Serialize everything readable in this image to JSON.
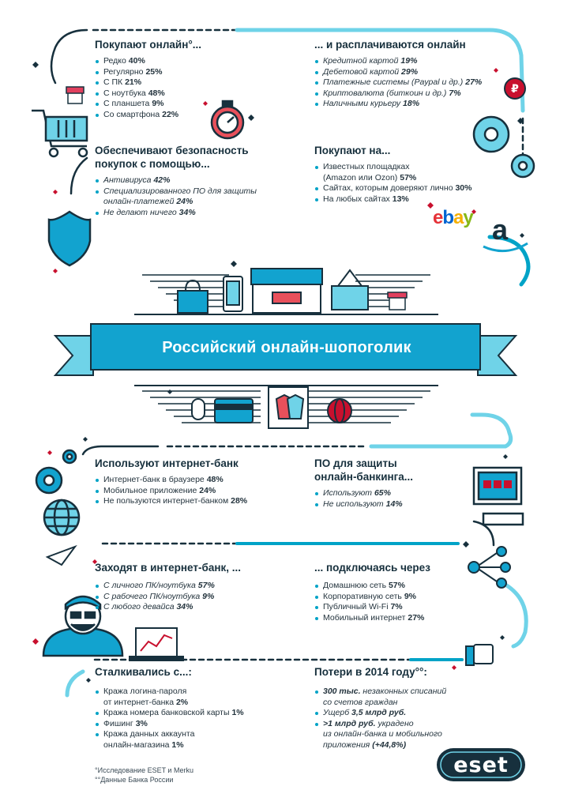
{
  "title": "Российский онлайн-шопоголик",
  "buy_online": {
    "heading": "Покупают онлайн°...",
    "items": [
      {
        "label": "Редко",
        "value": "40%"
      },
      {
        "label": "Регулярно",
        "value": "25%"
      },
      {
        "label": "С ПК",
        "value": "21%"
      },
      {
        "label": "С ноутбука",
        "value": "48%"
      },
      {
        "label": "С планшета",
        "value": "9%"
      },
      {
        "label": "Со смартфона",
        "value": "22%"
      }
    ]
  },
  "pay_online": {
    "heading": "... и расплачиваются онлайн",
    "items": [
      {
        "label": "Кредитной картой",
        "value": "19%"
      },
      {
        "label": "Дебетовой картой",
        "value": "29%"
      },
      {
        "label": "Платежные системы (Paypal и др.)",
        "value": "27%"
      },
      {
        "label": "Криптовалюта (биткоин и др.)",
        "value": "7%"
      },
      {
        "label": "Наличными курьеру",
        "value": "18%"
      }
    ]
  },
  "security": {
    "heading_line1": "Обеспечивают безопасность",
    "heading_line2": "покупок с помощью...",
    "items": [
      {
        "label": "Антивируса",
        "value": "42%"
      },
      {
        "label_line1": "Специализированного ПО для защиты",
        "label_line2": "онлайн-платежей",
        "value": "24%"
      },
      {
        "label": "Не делают ничего",
        "value": "34%"
      }
    ]
  },
  "buy_on": {
    "heading": "Покупают на...",
    "items": [
      {
        "label_line1": "Известных площадках",
        "label_line2": "(Amazon или Ozon)",
        "value": "57%"
      },
      {
        "label": "Сайтах, которым доверяют лично",
        "value": "30%"
      },
      {
        "label": "На любых сайтах",
        "value": "13%"
      }
    ]
  },
  "logos": {
    "ebay_e": "e",
    "ebay_b": "b",
    "ebay_a": "a",
    "ebay_y": "y",
    "amazon": "a",
    "eset": "eset"
  },
  "internet_bank": {
    "heading": "Используют интернет-банк",
    "items": [
      {
        "label": "Интернет-банк в браузере",
        "value": "48%"
      },
      {
        "label": "Мобильное приложение",
        "value": "24%"
      },
      {
        "label": "Не пользуются интернет-банком",
        "value": "28%"
      }
    ]
  },
  "bank_protection": {
    "heading_line1": "ПО для защиты",
    "heading_line2": "онлайн-банкинга...",
    "items": [
      {
        "label": "Используют",
        "value": "65%"
      },
      {
        "label": "Не используют",
        "value": "14%"
      }
    ]
  },
  "access_from": {
    "heading": "Заходят в интернет-банк, ...",
    "items": [
      {
        "label": "С личного ПК/ноутбука",
        "value": "57%"
      },
      {
        "label": "С рабочего ПК/ноутбука",
        "value": "9%"
      },
      {
        "label": "С любого девайса",
        "value": "34%"
      }
    ]
  },
  "connect_via": {
    "heading": "... подключаясь через",
    "items": [
      {
        "label": "Домашнюю сеть",
        "value": "57%"
      },
      {
        "label": "Корпоративную сеть",
        "value": "9%"
      },
      {
        "label": "Публичный Wi-Fi",
        "value": "7%"
      },
      {
        "label": "Мобильный интернет",
        "value": "27%"
      }
    ]
  },
  "faced": {
    "heading": "Сталкивались с...:",
    "items": [
      {
        "label_line1": "Кража логина-пароля",
        "label_line2": "от интернет-банка",
        "value": "2%"
      },
      {
        "label": "Кража номера банковской карты",
        "value": "1%"
      },
      {
        "label": "Фишинг",
        "value": "3%"
      },
      {
        "label_line1": "Кража данных аккаунта",
        "label_line2": "онлайн-магазина",
        "value": "1%"
      }
    ]
  },
  "losses": {
    "heading": "Потери в 2014 году°°:",
    "items": [
      {
        "bold": "300 тыс.",
        "text": " незаконных списаний",
        "line2": "со счетов граждан"
      },
      {
        "text": "Ущерб ",
        "bold": "3,5 млрд руб."
      },
      {
        "bold": ">1 млрд руб.",
        "text": " украдено",
        "line2": "из онлайн-банка  и мобильного",
        "line3": "приложения ",
        "line3_bold": "(+44,8%)"
      }
    ]
  },
  "footnotes": {
    "note1": "°Исследование ESET и Merku",
    "note2": "°°Данные Банка России"
  },
  "colors": {
    "accent": "#00a3c7",
    "dark": "#17303d",
    "light_accent": "#6fd3e8",
    "red": "#c8102e"
  }
}
